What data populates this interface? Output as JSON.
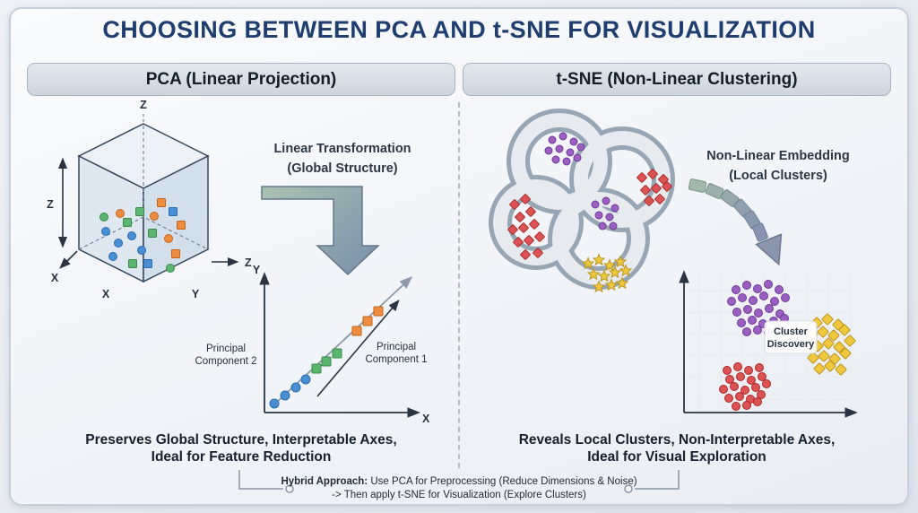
{
  "title": "CHOOSING BETWEEN PCA AND t-SNE FOR VISUALIZATION",
  "panels": {
    "pca": {
      "header": "PCA (Linear Projection)",
      "arrow_label": [
        "Linear Transformation",
        "(Global Structure)"
      ],
      "cube_axes": {
        "top_z": "Z",
        "left_z": "Z",
        "corner_x": "X",
        "bottom_x": "X",
        "bottom_y": "Y",
        "right_z": "Z"
      },
      "plot_axes": {
        "x": "X",
        "y": "Y"
      },
      "pc1": [
        "Principal",
        "Component 1"
      ],
      "pc2": [
        "Principal",
        "Component 2"
      ],
      "footer": [
        "Preserves Global Structure, Interpretable Axes,",
        "Ideal for Feature Reduction"
      ]
    },
    "tsne": {
      "header": "t-SNE (Non-Linear Clustering)",
      "arrow_label": [
        "Non-Linear Embedding",
        "(Local Clusters)"
      ],
      "cluster_label": [
        "Cluster",
        "Discovery"
      ],
      "footer": [
        "Reveals Local Clusters, Non-Interpretable Axes,",
        "Ideal for Visual Exploration"
      ]
    }
  },
  "hybrid": {
    "bold": "Hybrid Approach:",
    "line1_rest": " Use PCA for Preprocessing (Reduce Dimensions & Noise)",
    "line2": "-> Then apply t-SNE for Visualization (Explore Clusters)"
  },
  "palette": {
    "blue": {
      "fill": "#4a8fd4",
      "stroke": "#2a6cb0"
    },
    "green": {
      "fill": "#5cb56e",
      "stroke": "#3a8a4c"
    },
    "orange": {
      "fill": "#f08c3e",
      "stroke": "#c2641c"
    },
    "purple": {
      "fill": "#9a5fc0",
      "stroke": "#6e3a96"
    },
    "red": {
      "fill": "#dd5353",
      "stroke": "#ab2b2b"
    },
    "yellow": {
      "fill": "#f0c83e",
      "stroke": "#bc961c"
    },
    "title_navy": "#1f3d6e"
  },
  "scatter": {
    "cube": [
      {
        "color": "blue",
        "shape": "circle",
        "pts": [
          [
            88,
            150
          ],
          [
            102,
            163
          ],
          [
            117,
            155
          ],
          [
            96,
            178
          ],
          [
            128,
            171
          ]
        ]
      },
      {
        "color": "green",
        "shape": "square",
        "pts": [
          [
            112,
            140
          ],
          [
            126,
            128
          ],
          [
            140,
            152
          ],
          [
            118,
            186
          ]
        ]
      },
      {
        "color": "orange",
        "shape": "circle",
        "pts": [
          [
            142,
            133
          ],
          [
            158,
            158
          ],
          [
            104,
            130
          ]
        ]
      },
      {
        "color": "orange",
        "shape": "square",
        "pts": [
          [
            172,
            143
          ],
          [
            150,
            118
          ],
          [
            166,
            175
          ]
        ]
      },
      {
        "color": "blue",
        "shape": "square",
        "pts": [
          [
            163,
            128
          ],
          [
            135,
            186
          ]
        ]
      },
      {
        "color": "green",
        "shape": "circle",
        "pts": [
          [
            160,
            191
          ],
          [
            86,
            134
          ]
        ]
      }
    ],
    "pca_projection": [
      {
        "color": "blue",
        "shape": "circle",
        "pts": [
          [
            276,
            342
          ],
          [
            288,
            333
          ],
          [
            300,
            324
          ],
          [
            311,
            315
          ]
        ]
      },
      {
        "color": "green",
        "shape": "square",
        "pts": [
          [
            323,
            303
          ],
          [
            334,
            295
          ],
          [
            346,
            286
          ]
        ]
      },
      {
        "color": "orange",
        "shape": "square",
        "pts": [
          [
            368,
            261
          ],
          [
            380,
            250
          ],
          [
            392,
            239
          ]
        ]
      }
    ],
    "swirl": [
      {
        "color": "purple",
        "shape": "circle",
        "pts": [
          [
            100,
            48
          ],
          [
            112,
            44
          ],
          [
            124,
            50
          ],
          [
            96,
            60
          ],
          [
            108,
            58
          ],
          [
            120,
            62
          ],
          [
            132,
            56
          ],
          [
            104,
            70
          ],
          [
            116,
            72
          ],
          [
            128,
            68
          ],
          [
            148,
            120
          ],
          [
            160,
            116
          ],
          [
            170,
            124
          ],
          [
            152,
            132
          ],
          [
            164,
            134
          ],
          [
            156,
            144
          ],
          [
            168,
            144
          ]
        ]
      },
      {
        "color": "red",
        "shape": "diamond",
        "pts": [
          [
            58,
            120
          ],
          [
            70,
            114
          ],
          [
            64,
            134
          ],
          [
            76,
            128
          ],
          [
            56,
            148
          ],
          [
            68,
            146
          ],
          [
            80,
            142
          ],
          [
            62,
            162
          ],
          [
            74,
            160
          ],
          [
            86,
            156
          ],
          [
            70,
            176
          ],
          [
            84,
            174
          ],
          [
            200,
            90
          ],
          [
            212,
            86
          ],
          [
            224,
            92
          ],
          [
            204,
            104
          ],
          [
            216,
            102
          ],
          [
            228,
            100
          ],
          [
            208,
            116
          ],
          [
            220,
            114
          ]
        ]
      },
      {
        "color": "yellow",
        "shape": "star",
        "pts": [
          [
            140,
            186
          ],
          [
            152,
            182
          ],
          [
            164,
            188
          ],
          [
            176,
            184
          ],
          [
            146,
            198
          ],
          [
            158,
            200
          ],
          [
            170,
            196
          ],
          [
            182,
            194
          ],
          [
            152,
            212
          ],
          [
            166,
            210
          ],
          [
            178,
            208
          ]
        ]
      }
    ],
    "tsne_plot": [
      {
        "color": "purple",
        "shape": "circle",
        "pts": [
          [
            305,
            215
          ],
          [
            317,
            210
          ],
          [
            329,
            214
          ],
          [
            341,
            209
          ],
          [
            353,
            215
          ],
          [
            300,
            228
          ],
          [
            312,
            224
          ],
          [
            324,
            227
          ],
          [
            336,
            222
          ],
          [
            348,
            228
          ],
          [
            360,
            224
          ],
          [
            306,
            240
          ],
          [
            318,
            237
          ],
          [
            330,
            241
          ],
          [
            342,
            236
          ],
          [
            354,
            242
          ],
          [
            311,
            252
          ],
          [
            323,
            249
          ],
          [
            335,
            253
          ],
          [
            347,
            250
          ],
          [
            359,
            247
          ],
          [
            317,
            262
          ],
          [
            329,
            260
          ],
          [
            341,
            263
          ],
          [
            352,
            258
          ]
        ]
      },
      {
        "color": "red",
        "shape": "circle",
        "pts": [
          [
            295,
            305
          ],
          [
            307,
            301
          ],
          [
            319,
            305
          ],
          [
            331,
            302
          ],
          [
            298,
            315
          ],
          [
            310,
            312
          ],
          [
            322,
            316
          ],
          [
            334,
            312
          ],
          [
            291,
            326
          ],
          [
            303,
            323
          ],
          [
            315,
            327
          ],
          [
            327,
            324
          ],
          [
            339,
            320
          ],
          [
            297,
            336
          ],
          [
            309,
            334
          ],
          [
            321,
            337
          ],
          [
            333,
            332
          ],
          [
            305,
            345
          ],
          [
            317,
            344
          ],
          [
            329,
            340
          ]
        ]
      },
      {
        "color": "yellow",
        "shape": "diamond",
        "pts": [
          [
            395,
            252
          ],
          [
            407,
            248
          ],
          [
            419,
            254
          ],
          [
            390,
            265
          ],
          [
            402,
            262
          ],
          [
            414,
            266
          ],
          [
            426,
            260
          ],
          [
            396,
            278
          ],
          [
            408,
            275
          ],
          [
            420,
            279
          ],
          [
            432,
            272
          ],
          [
            391,
            291
          ],
          [
            403,
            289
          ],
          [
            415,
            292
          ],
          [
            427,
            286
          ],
          [
            398,
            303
          ],
          [
            410,
            300
          ],
          [
            422,
            304
          ]
        ]
      }
    ]
  }
}
